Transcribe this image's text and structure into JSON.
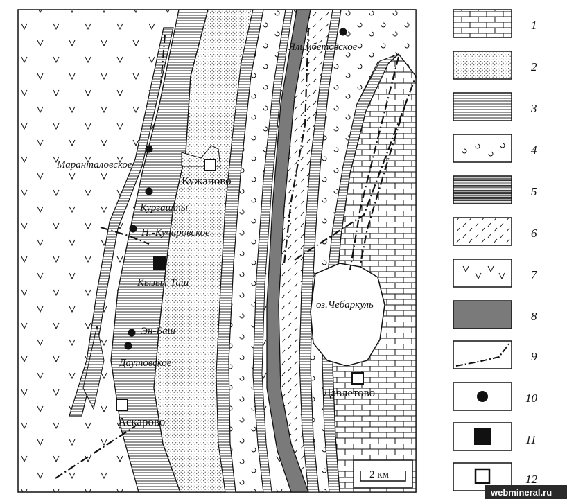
{
  "places": {
    "marantalovskoe": "Маранталовское",
    "kuzhanovo": "Кужаново",
    "kurgashty": "Кургашты",
    "n_kucharovskoe": "Н.-Кучаровское",
    "kyzyl_tash": "Кызыл-Таш",
    "en_bash": "Эн-Баш",
    "dautovskoe": "Даутовское",
    "askarovo": "Аскарово",
    "yalimbetovskoe": "Ялимбетовское",
    "lake_chebarkul": "оз.Чебаркуль",
    "davletovo": "Давлетово"
  },
  "scale_bar": {
    "label": "2 км"
  },
  "legend": {
    "items": [
      {
        "num": "1",
        "pattern": "brick"
      },
      {
        "num": "2",
        "pattern": "stipple"
      },
      {
        "num": "3",
        "pattern": "fine-hlines"
      },
      {
        "num": "4",
        "pattern": "open-circles"
      },
      {
        "num": "5",
        "pattern": "dense-hlines"
      },
      {
        "num": "6",
        "pattern": "dashes"
      },
      {
        "num": "7",
        "pattern": "v-marks"
      },
      {
        "num": "8",
        "pattern": "solid-gray"
      },
      {
        "num": "9",
        "pattern": "dash-dot-line"
      },
      {
        "num": "10",
        "pattern": "filled-circle"
      },
      {
        "num": "11",
        "pattern": "filled-square"
      },
      {
        "num": "12",
        "pattern": "open-square"
      }
    ]
  },
  "watermark": "webmineral.ru",
  "colors": {
    "ink": "#111111",
    "band8": "#7a7a7a",
    "paper": "#ffffff"
  }
}
